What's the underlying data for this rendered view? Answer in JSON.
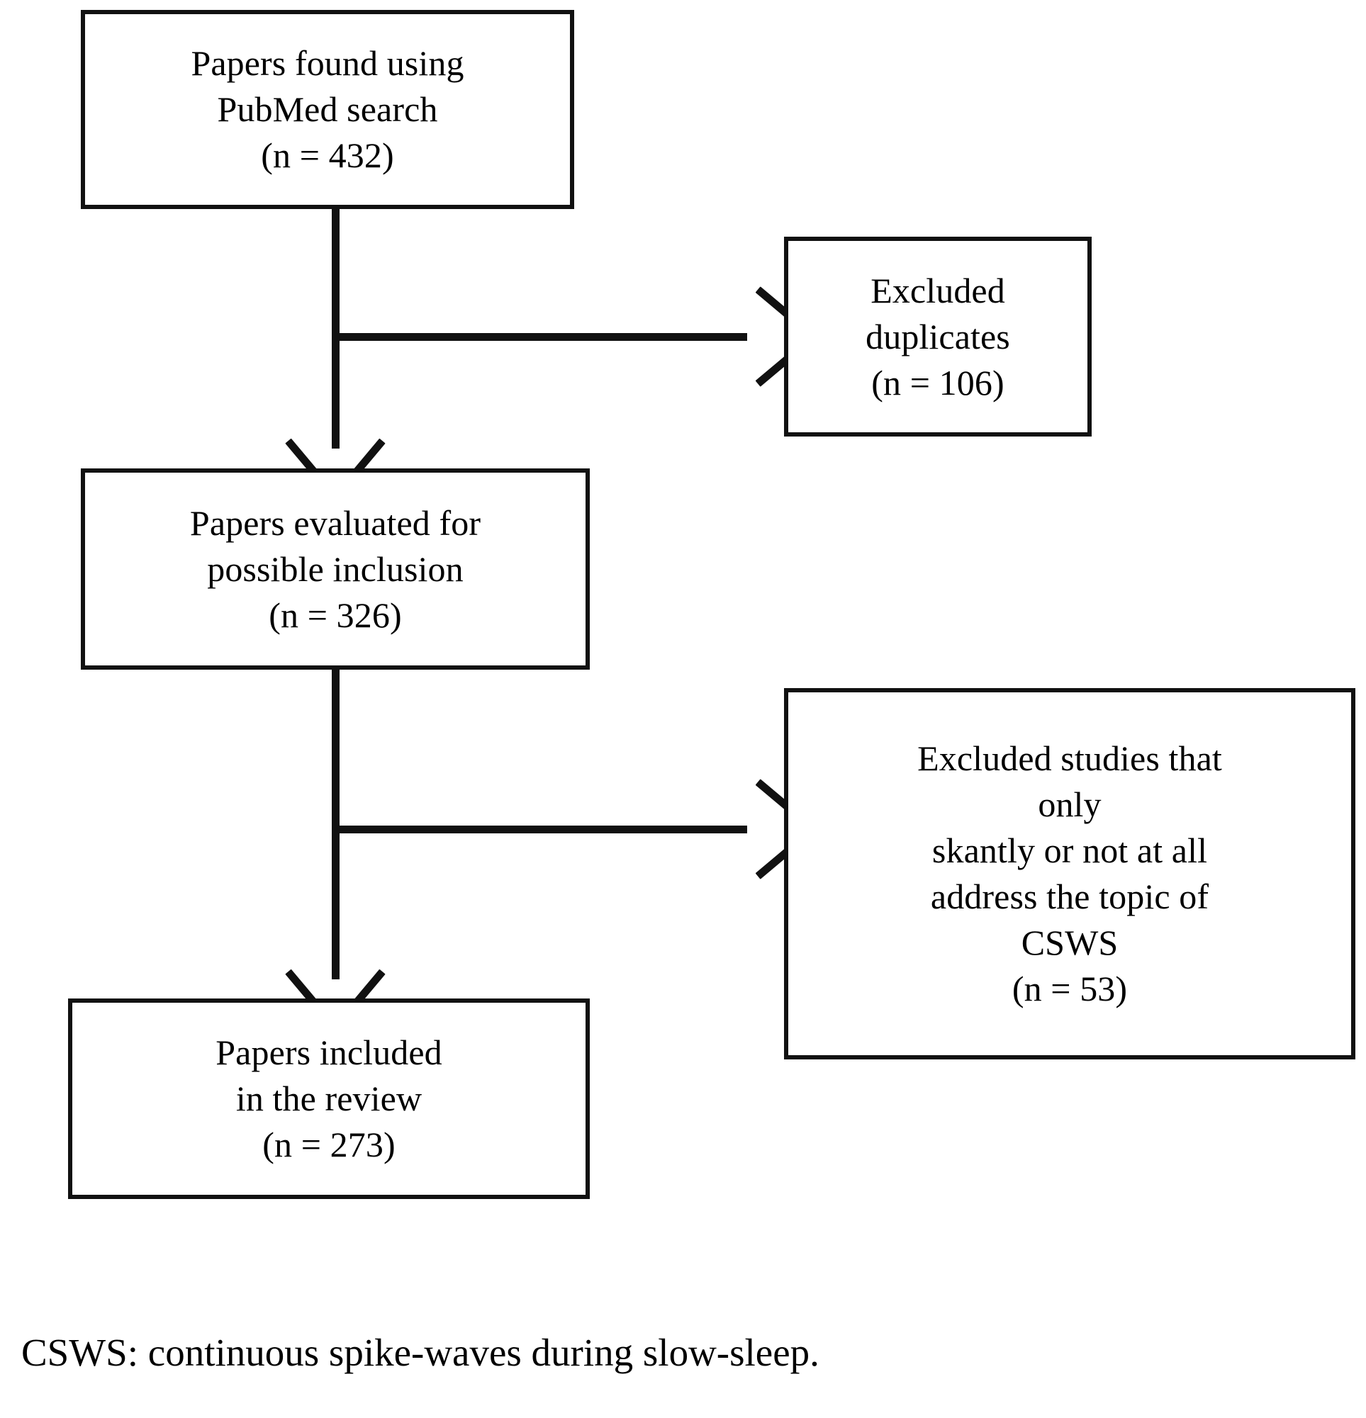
{
  "figure": {
    "type": "prisma-flow-diagram",
    "caption": "CSWS: continuous spike-waves during slow-sleep.",
    "abbreviation": {
      "term": "CSWS",
      "expansion": "continuous spike-waves during slow-sleep."
    },
    "colors": {
      "stroke": "#111111",
      "background": "#ffffff",
      "text": "#000000"
    }
  },
  "nodes": {
    "found": {
      "id": "papers-found",
      "stage": "identification",
      "lines": [
        "Papers found using",
        "PubMed search",
        "(n = 432)"
      ],
      "n": 432
    },
    "duplicates": {
      "id": "excluded-duplicates",
      "stage": "screening-exclusion",
      "lines": [
        "Excluded",
        "duplicates",
        "(n = 106)"
      ],
      "n": 106
    },
    "evaluated": {
      "id": "papers-evaluated",
      "stage": "screening",
      "lines": [
        "Papers evaluated for",
        "possible inclusion",
        "(n = 326)"
      ],
      "n": 326
    },
    "scant": {
      "id": "excluded-scant-topic",
      "stage": "eligibility-exclusion",
      "lines": [
        "Excluded studies that",
        "only",
        "skantly or not at all",
        "address the topic of",
        "CSWS",
        "(n = 53)"
      ],
      "n": 53
    },
    "included": {
      "id": "papers-included",
      "stage": "included",
      "lines": [
        "Papers included",
        "in the review",
        "(n = 273)"
      ],
      "n": 273
    }
  },
  "edges": [
    {
      "id": "found-to-evaluated",
      "from": "found",
      "to": "evaluated",
      "direction": "down",
      "arrowhead": "chevron"
    },
    {
      "id": "found-to-duplicates",
      "from": "found",
      "to": "duplicates",
      "direction": "right",
      "arrowhead": "chevron"
    },
    {
      "id": "evaluated-to-included",
      "from": "evaluated",
      "to": "included",
      "direction": "down",
      "arrowhead": "chevron"
    },
    {
      "id": "evaluated-to-scant",
      "from": "evaluated",
      "to": "scant",
      "direction": "right",
      "arrowhead": "chevron"
    }
  ]
}
